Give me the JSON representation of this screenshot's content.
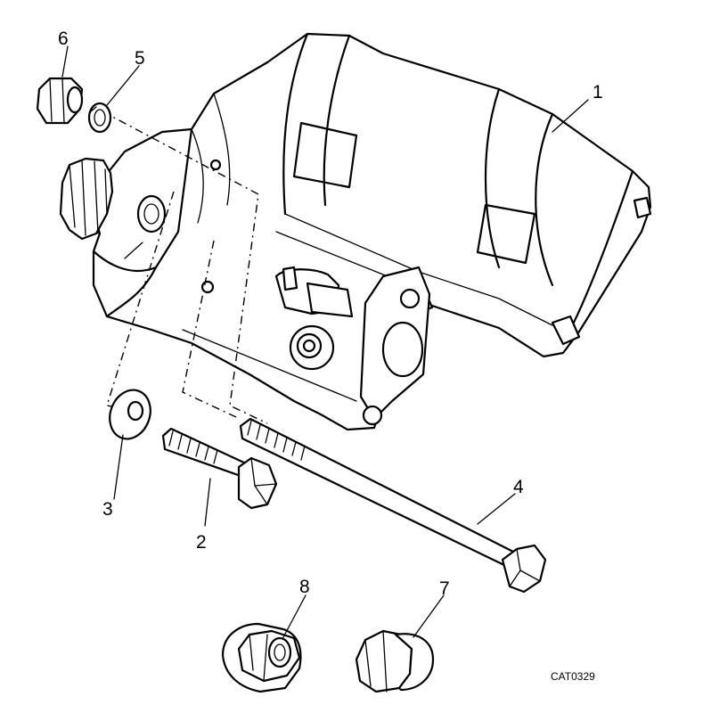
{
  "callouts": {
    "c1": "1",
    "c2": "2",
    "c3": "3",
    "c4": "4",
    "c5": "5",
    "c6": "6",
    "c7": "7",
    "c8": "8"
  },
  "catalog_code": "CAT0329"
}
